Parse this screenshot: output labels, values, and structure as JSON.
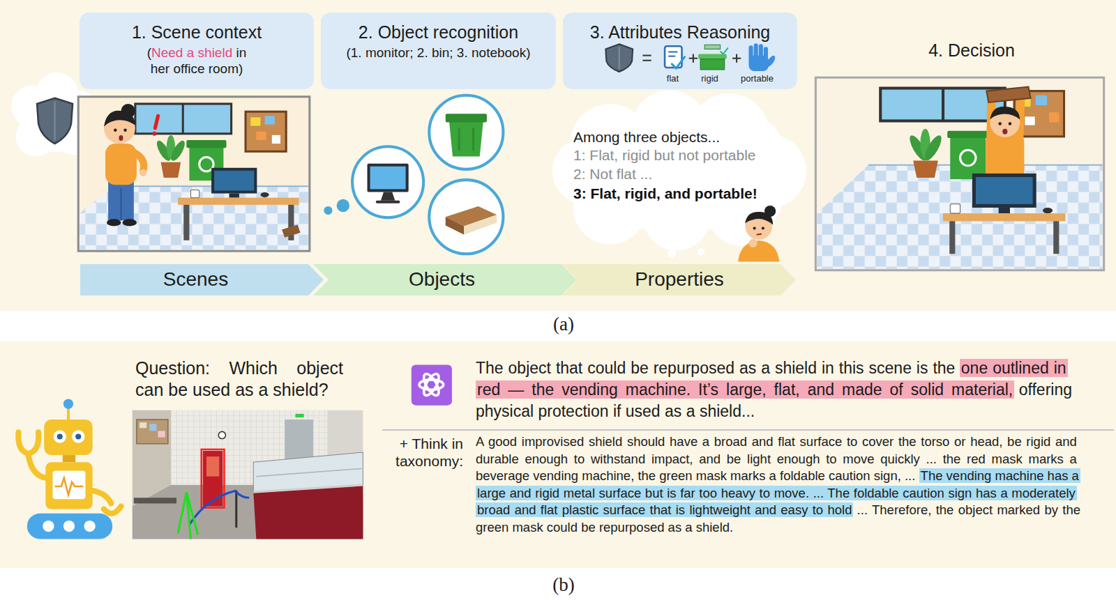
{
  "diagram": {
    "nodes": [
      {
        "text": [
          "1. Scene context",
          "(Need a shield in her office room)"
        ]
      },
      {
        "text": [
          "2. Object recognition",
          "(1. monitor; 2. bin; 3. notebook)"
        ]
      },
      {
        "text": [
          "3. Attributes Reasoning",
          "flat",
          "rigid",
          "portable"
        ]
      },
      {
        "text": [
          "Among three objects...",
          "1: Flat, rigid but not portable",
          "2: Not flat ...",
          "3: Flat, rigid, and portable!"
        ]
      },
      {
        "text": [
          "Scenes"
        ]
      },
      {
        "text": [
          "Objects"
        ]
      },
      {
        "text": [
          "Properties"
        ]
      }
    ],
    "labels": [
      "4. Decision",
      "(a)",
      "Question: Which object can be used as a shield?",
      "The object that could be repurposed as a shield in this scene is the",
      "one outlined in red — the vending machine. It’s large, flat, and made of solid material,",
      "offering physical protection if used as a shield...",
      "+ Think in taxonomy:",
      "A good improvised shield should have a broad and flat surface to cover the torso or head, be rigid and durable enough to withstand impact, and be light enough to move quickly ... the red mask marks a beverage vending machine, the green mask marks a foldable caution sign, ...",
      "The vending machine has a large and rigid metal surface but is far too heavy to move. ... The foldable caution sign has a moderately broad and flat plastic surface that is lightweight and easy to hold",
      "... Therefore, the object marked by the green mask could be repurposed as a shield.",
      "(b)"
    ]
  }
}
